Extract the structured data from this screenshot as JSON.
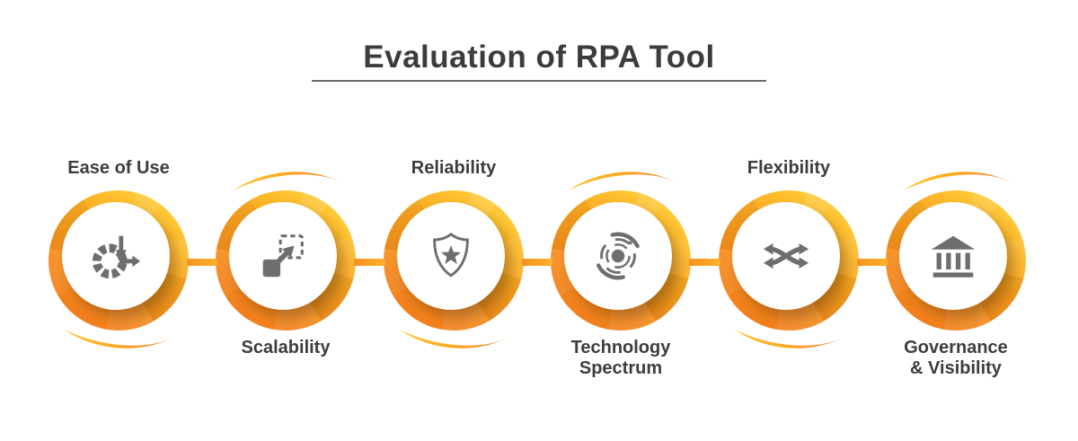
{
  "title": {
    "text": "Evaluation of RPA Tool"
  },
  "nodes": [
    {
      "label": "Ease of Use",
      "label_position": "top",
      "icon": "pie-time-icon"
    },
    {
      "label": "Scalability",
      "label_position": "bottom",
      "icon": "scale-expand-icon"
    },
    {
      "label": "Reliability",
      "label_position": "top",
      "icon": "shield-star-icon"
    },
    {
      "label": "Technology Spectrum",
      "label_position": "bottom",
      "icon": "radar-swirl-icon"
    },
    {
      "label": "Flexibility",
      "label_position": "top",
      "icon": "shuffle-icon"
    },
    {
      "label": "Governance & Visibility",
      "label_position": "bottom",
      "icon": "bank-icon"
    }
  ],
  "colors": {
    "ring_yellow": "#FFD94F",
    "ring_orange": "#EF7418",
    "connector_orange": "#F69220",
    "swoosh_yellow": "#FFC93C",
    "swoosh_orange": "#F2771B",
    "icon_gray": "#6e6e6e",
    "text_dark": "#3d3d3d",
    "underline_gray": "#6b6b6b"
  }
}
